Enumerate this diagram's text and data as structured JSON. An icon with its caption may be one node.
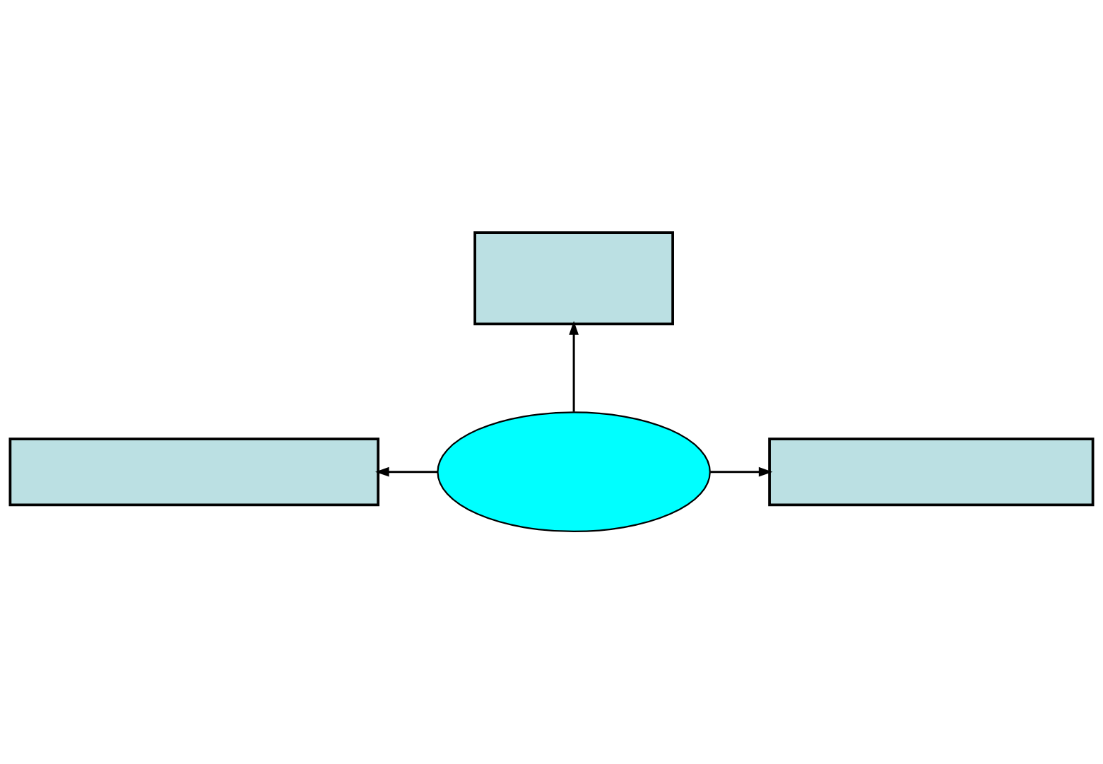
{
  "diagram": {
    "nodes": [
      {
        "text": [],
        "shape": "box"
      },
      {
        "text": [],
        "shape": "box"
      },
      {
        "text": [],
        "shape": "ellipse"
      },
      {
        "text": [],
        "shape": "box"
      }
    ],
    "edges": [
      {
        "from": 2,
        "to": 0,
        "arrow": "to"
      },
      {
        "from": 2,
        "to": 1,
        "arrow": "to"
      },
      {
        "from": 2,
        "to": 3,
        "arrow": "to"
      }
    ]
  }
}
